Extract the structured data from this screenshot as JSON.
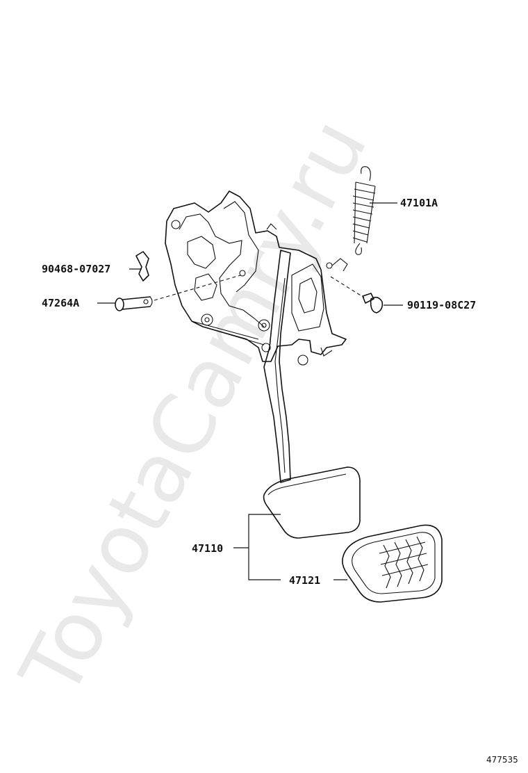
{
  "watermark": "ToyotaCamry.ru",
  "reference_number": "477535",
  "callouts": {
    "spring": "47101A",
    "clip": "90468-07027",
    "pin": "47264A",
    "stopper": "90119-08C27",
    "pedal_arm": "47110",
    "pedal_pad": "47121"
  }
}
